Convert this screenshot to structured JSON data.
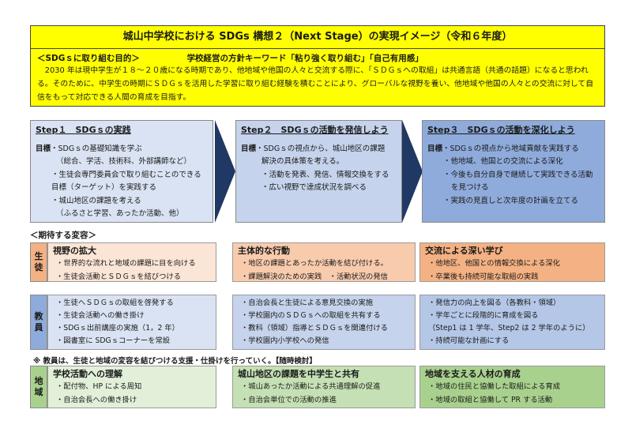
{
  "header": {
    "title": "城山中学校における SDGs 構想２（Next Stage）の実現イメージ（令和６年度）",
    "purpose_label": "＜SDGｓに取り組む目的＞",
    "keyword_label": "学校経営の方針キーワード「粘り強く取り組む」「自己有用感」",
    "purpose_text": "2030 年は現中学生が１８～２０歳になる時期であり、他地域や他国の人々と交流する際に、「ＳＤＧｓへの取組」は共通言語（共通の話題）になると思われる。そのために、中学生の時期にＳＤＧｓを活用した学習に取り組む経験を積むことにより、グローバルな視野を養い、他地域や他国の人々との交流に対して自信をもって対応できる人間の育成を目指す。"
  },
  "steps": [
    {
      "title": "Step１　SDGｓの実践",
      "goal_label": "目標",
      "lines": [
        "・SDGｓの基礎知識を学ぶ",
        "（総合、学活、技術科、外部講師など）",
        "・生徒会専門委員会で取り組むことのできる",
        "目標（ターゲット）を実践する",
        "・城山地区の課題を考える",
        "（ふるさと学習、あったか活動、他）"
      ]
    },
    {
      "title": "Step２　SDGｓの活動を発信しよう",
      "goal_label": "目標",
      "lines": [
        "・SDGｓの視点から、城山地区の課題",
        "解決の具体策を考える。",
        "・活動を発表、発信、情報交換をする",
        "・広い視野で達成状況を調べる"
      ]
    },
    {
      "title": "Step３　SDGｓの活動を深化しよう",
      "goal_label": "目標",
      "lines": [
        "・SDGｓの視点から地域貢献を実践する",
        "・他地域、他国との交流による深化",
        "・今後も自分自身で継続して実践できる活動",
        "を見つける",
        "・実践の見直しと次年度の計画を立てる"
      ]
    }
  ],
  "expected_label": "＜期待する変容＞",
  "students": {
    "label": [
      "生",
      "徒"
    ],
    "cells": [
      {
        "title": "視野の拡大",
        "lines": [
          "・世界的な流れと地域の課題に目を向ける",
          "・生徒会活動とＳＤＧｓを結びつける"
        ]
      },
      {
        "title": "主体的な行動",
        "lines": [
          "・地区の課題とあったか活動を結び付ける。",
          "・課題解決のための実践　・活動状況の発信"
        ]
      },
      {
        "title": "交流による深い学び",
        "lines": [
          "・他地区、他国との情報交換による深化",
          "・卒業後も持続可能な取組の実践"
        ]
      }
    ]
  },
  "teachers": {
    "label": [
      "教",
      "員"
    ],
    "cells": [
      {
        "lines": [
          "・生徒へＳＤＧｓの取組を啓発する",
          "・生徒会活動への働き掛け",
          "・SDGｓ出前講座の実施（1，2 年）",
          "・図書室に SDGｓコーナーを常設"
        ]
      },
      {
        "lines": [
          "・自治会長と生徒による意見交換の実施",
          "・学校園内のＳＤＧｓへの取組を共有する",
          "・教科（領域）指導とＳＤＧｓを関連付ける",
          "・学校園内小学校への発信"
        ]
      },
      {
        "lines": [
          "・発信力の向上を図る（各教科・領域）",
          "・学年ごとに段階的に育成を図る",
          "（Step1 は 1 学年、Step2 は 2 学年のように）",
          "・持続可能な計画にする"
        ]
      }
    ]
  },
  "note": "※ 教員は、生徒と地域の変容を結びつける支援・仕掛けを行っていく。【随時検討】",
  "region": {
    "label": [
      "地",
      "域"
    ],
    "cells": [
      {
        "title": "学校活動への理解",
        "lines": [
          "・配付物、HP による周知",
          "・自治会長への働き掛け"
        ]
      },
      {
        "title": "城山地区の課題を中学生と共有",
        "lines": [
          "・城山あったか活動による共通理解の促進",
          "・自治会単位での活動の推進"
        ]
      },
      {
        "title": "地域を支える人材の育成",
        "lines": [
          "・地域の住民と協働した取組による育成",
          "・地域の取組と協働して PR する活動"
        ]
      }
    ]
  },
  "colors": {
    "header_bg": "#ffff00",
    "arrow": "#1f3864"
  }
}
